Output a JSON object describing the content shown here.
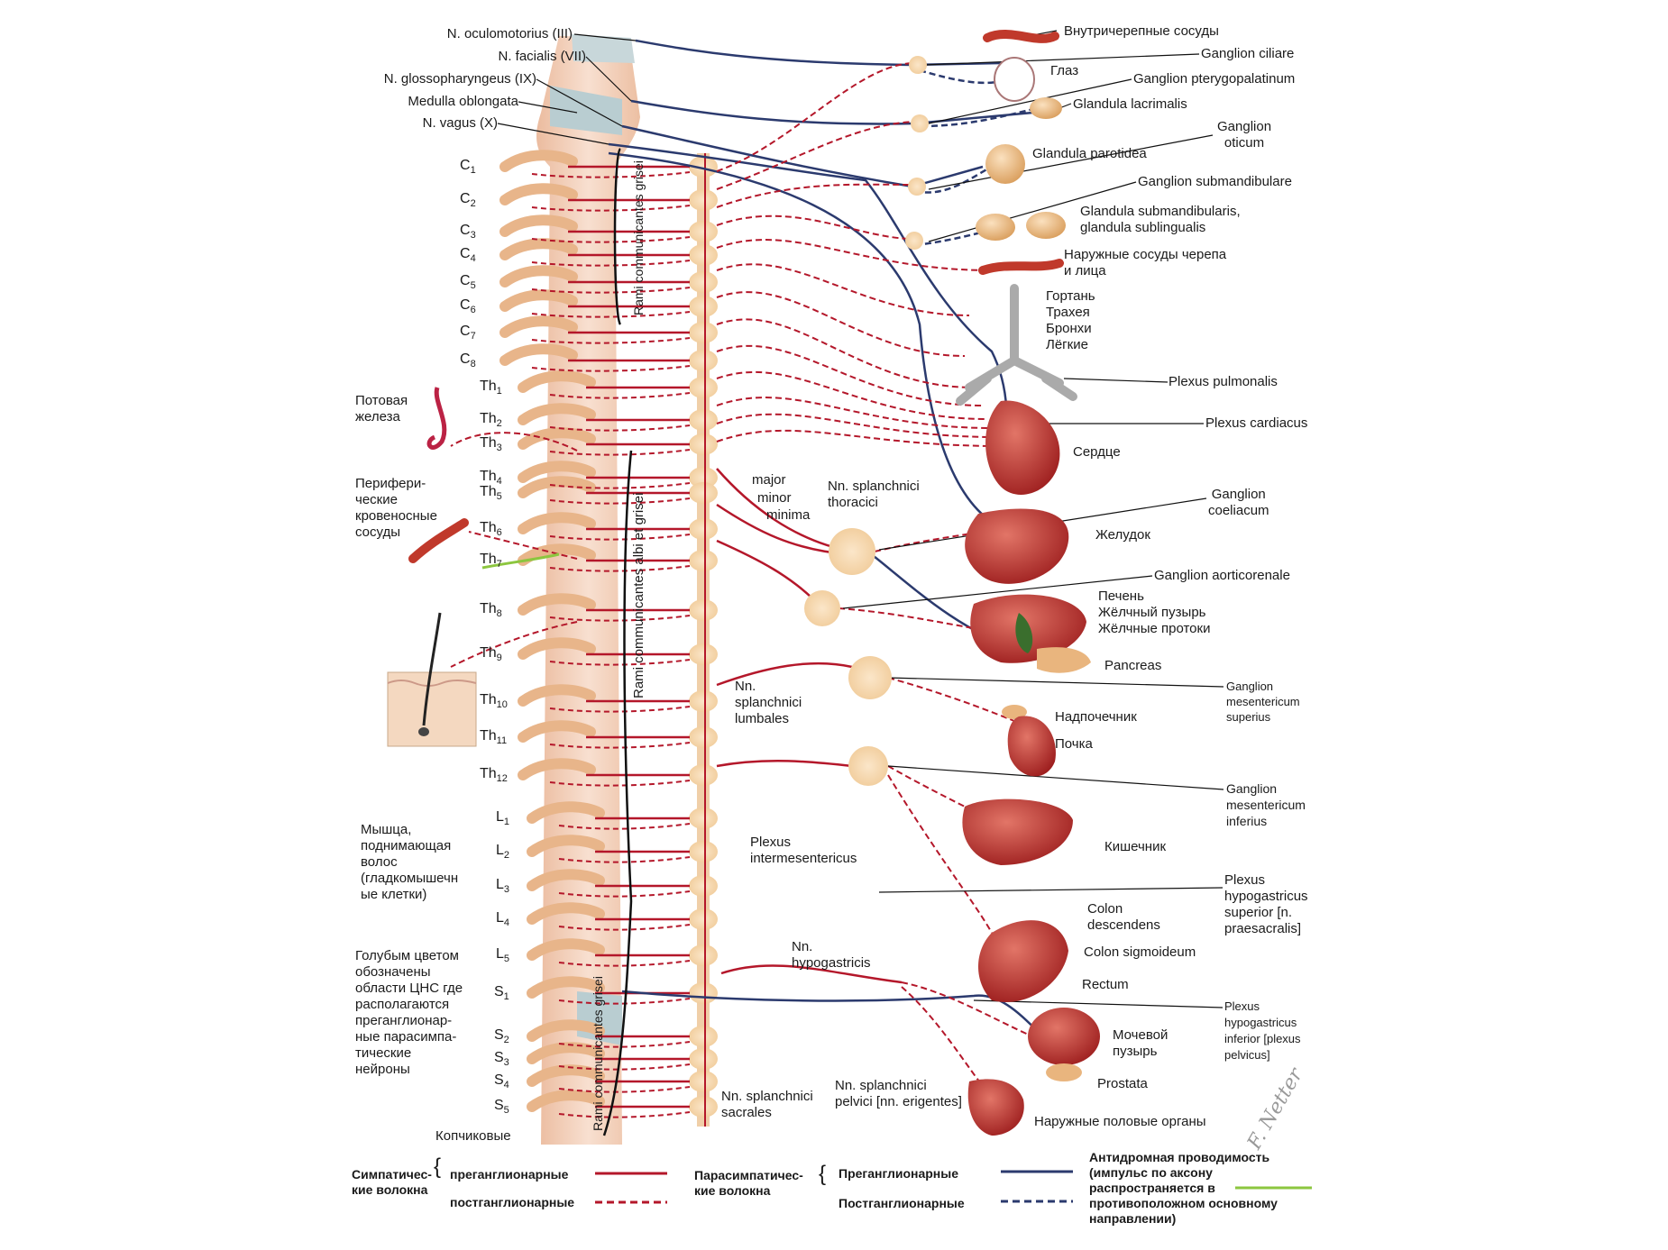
{
  "colors": {
    "sympathetic": "#b4172a",
    "parasympathetic": "#2b3a6e",
    "antidromic": "#8cc63f",
    "spine_body": "#f0c9a6",
    "cns_blue": "#b9cdd1",
    "organ_red": "#c0392b"
  },
  "head_labels": {
    "oculomotorius": "N. oculomotorius (III)",
    "facialis": "N. facialis (VII)",
    "glossopharyngeus": "N. glossopharyngeus (IX)",
    "medulla": "Medulla oblongata",
    "vagus": "N. vagus (X)"
  },
  "segments": {
    "cervical": [
      "C",
      "C",
      "C",
      "C",
      "C",
      "C",
      "C",
      "C"
    ],
    "cervical_sub": [
      "1",
      "2",
      "3",
      "4",
      "5",
      "6",
      "7",
      "8"
    ],
    "thoracic": [
      "Th",
      "Th",
      "Th",
      "Th",
      "Th",
      "Th",
      "Th",
      "Th",
      "Th",
      "Th",
      "Th",
      "Th"
    ],
    "thoracic_sub": [
      "1",
      "2",
      "3",
      "4",
      "5",
      "6",
      "7",
      "8",
      "9",
      "10",
      "11",
      "12"
    ],
    "lumbar": [
      "L",
      "L",
      "L",
      "L",
      "L"
    ],
    "lumbar_sub": [
      "1",
      "2",
      "3",
      "4",
      "5"
    ],
    "sacral": [
      "S",
      "S",
      "S",
      "S",
      "S"
    ],
    "sacral_sub": [
      "1",
      "2",
      "3",
      "4",
      "5"
    ],
    "coccygeal": "Копчиковые"
  },
  "rami": {
    "grisei_upper": "Rami communicantes grisei",
    "albi_grisei": "Rami communicantes albi et grisei",
    "grisei_lower": "Rami communicantes grisei"
  },
  "left_labels": {
    "sweat_gland": "Потовая\nжелеза",
    "peripheral_vessels": "Перифери-\nческие\nкровеносные\nсосуды",
    "arrector_muscle": "Мышца,\nподнимающая\nволос\n(гладкомышечн\nые клетки)",
    "blue_note": "Голубым цветом\nобозначены\nобласти ЦНС где\nрасполагаются\nпреганглионар-\nные парасимпа-\nтические\nнейроны"
  },
  "middle_labels": {
    "major": "major",
    "minor": "minor",
    "minima": "minima",
    "nn_splanchnici_thoracici": "Nn. splanchnici\nthoracici",
    "nn_splanchnici_lumbales": "Nn.\nsplanchnici\nlumbales",
    "plexus_intermesentericus": "Plexus\nintermesentericus",
    "nn_hypogastricis": "Nn.\nhypogastricis",
    "nn_splanchnici_sacrales": "Nn. splanchnici\nsacrales",
    "nn_splanchnici_pelvici": "Nn. splanchnici\npelvici [nn. erigentes]"
  },
  "right_labels": {
    "intracranial_vessels": "Внутричерепные сосуды",
    "ganglion_ciliare": "Ganglion ciliare",
    "eye": "Глаз",
    "ganglion_pterygopalatinum": "Ganglion pterygopalatinum",
    "glandula_lacrimalis": "Glandula lacrimalis",
    "ganglion_oticum": "Ganglion\noticum",
    "glandula_parotidea": "Glandula parotidea",
    "ganglion_submandibulare": "Ganglion submandibulare",
    "glandula_submandibularis": "Glandula submandibularis,\nglandula sublingualis",
    "external_vessels": "Наружные сосуды черепа\nи лица",
    "respiratory": "Гортань\nТрахея\nБронхи\nЛёгкие",
    "plexus_pulmonalis": "Plexus pulmonalis",
    "plexus_cardiacus": "Plexus cardiacus",
    "heart": "Сердце",
    "ganglion_coeliacum": "Ganglion\ncoeliacum",
    "stomach": "Желудок",
    "ganglion_aorticorenale": "Ganglion aorticorenale",
    "liver": "Печень\nЖёлчный пузырь\nЖёлчные протоки",
    "pancreas": "Pancreas",
    "ganglion_mesentericum_superius": "Ganglion\nmesentericum\nsuperius",
    "adrenal": "Надпочечник",
    "kidney": "Почка",
    "ganglion_mesentericum_inferius": "Ganglion\nmesentericum\ninferius",
    "intestine": "Кишечник",
    "plexus_hypogastricus_superior": "Plexus\nhypogastricus\nsuperior [n.\npraesacralis]",
    "colon_descendens": "Colon\ndescendens",
    "colon_sigmoideum": "Colon sigmoideum",
    "rectum": "Rectum",
    "plexus_hypogastricus_inferior": "Plexus\nhypogastricus\ninferior [plexus\npelvicus]",
    "bladder": "Мочевой\nпузырь",
    "prostata": "Prostata",
    "genitals": "Наружные половые органы"
  },
  "legend": {
    "sympathetic_title": "Симпатичес-\nкие волокна",
    "sym_pre": "преганглионарные",
    "sym_post": "постганглионарные",
    "parasympathetic_title": "Парасимпатичес-\nкие волокна",
    "para_pre": "Преганглионарные",
    "para_post": "Постганглионарные",
    "antidromic_title": "Антидромная проводимость\n(импульс по аксону\nраспространяется в\nпротивоположном основному\nнаправлении)"
  },
  "signature": "F. Netter"
}
